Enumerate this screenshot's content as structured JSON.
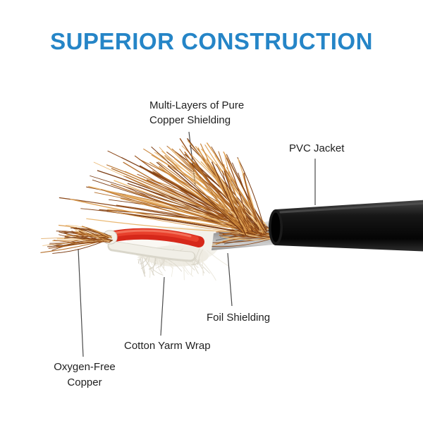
{
  "title": "SUPERIOR CONSTRUCTION",
  "labels": {
    "copper_shielding": "Multi-Layers of Pure Copper Shielding",
    "pvc_jacket": "PVC Jacket",
    "foil_shielding": "Foil Shielding",
    "cotton_wrap": "Cotton Yarm Wrap",
    "oxygen_free_copper": "Oxygen-Free Copper"
  },
  "colors": {
    "background": "#ffffff",
    "title": "#2585c7",
    "label_text": "#1f1f1f",
    "leader_line": "#4a4a4a",
    "jacket_black": "#141414",
    "foil_gray": "#a8a8a8",
    "red_wire": "#d6281a",
    "white_wire": "#f1efe7",
    "cotton_white": "#f6f4ee",
    "copper_palette": [
      "#7c3e15",
      "#9c5520",
      "#b5702c",
      "#c9853a",
      "#dd9f52",
      "#eab974",
      "#8a4718"
    ],
    "cotton_fuzz_palette": [
      "#e4e0d4",
      "#d9d5c8",
      "#edeadf"
    ]
  }
}
